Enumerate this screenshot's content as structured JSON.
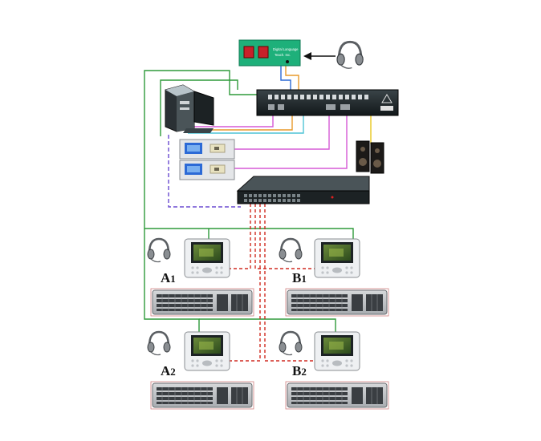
{
  "control_panel": {
    "text_line1": "Digital Language",
    "text_line2": "Teach. Inc."
  },
  "stations": [
    {
      "label": "A",
      "index": "1"
    },
    {
      "label": "B",
      "index": "1"
    },
    {
      "label": "A",
      "index": "2"
    },
    {
      "label": "B",
      "index": "2"
    }
  ],
  "colors": {
    "green": "#2e9a3a",
    "orange": "#e89a2c",
    "blue": "#2c6ad6",
    "cyan": "#4fc4d6",
    "magenta": "#d65ad6",
    "purple_dashed": "#6a4ad0",
    "red_dashed": "#d02a20",
    "yellow": "#e8c820",
    "panel_green": "#1eb07a",
    "device_dark": "#1c2224"
  },
  "icons": [
    "headset-icon",
    "tower-pc-icon",
    "speaker-icon",
    "network-switch-icon",
    "keyboard-icon",
    "student-terminal-icon"
  ]
}
